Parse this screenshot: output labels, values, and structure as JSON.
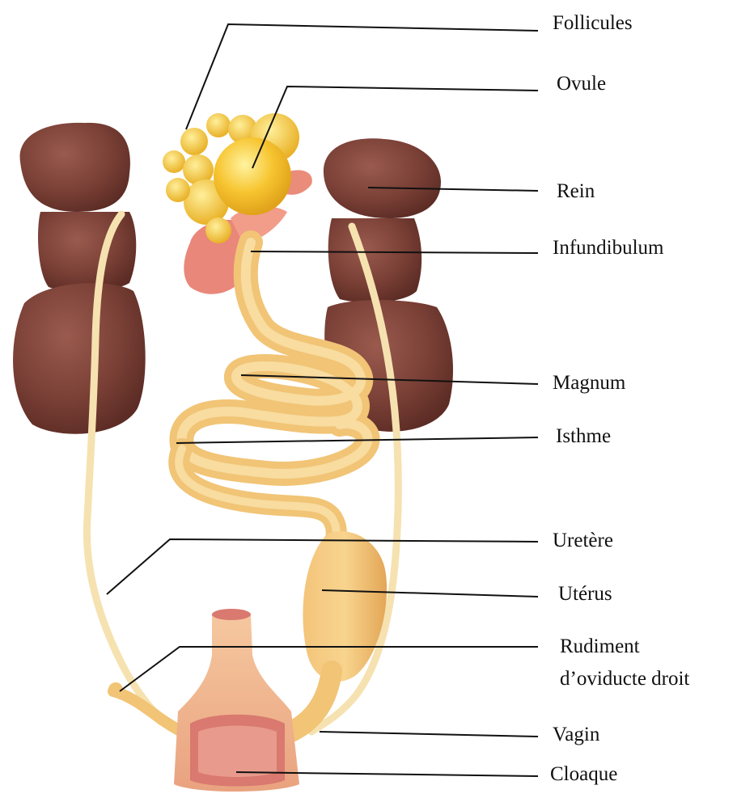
{
  "title": "",
  "labels": {
    "follicules": "Follicules",
    "ovule": "Ovule",
    "rein": "Rein",
    "infundibulum": "Infundibulum",
    "magnum": "Magnum",
    "isthme": "Isthme",
    "uretere": "Uretère",
    "uterus": "Utérus",
    "rudiment_line1": "Rudiment",
    "rudiment_line2": "d’oviducte droit",
    "vagin": "Vagin",
    "cloaque": "Cloaque"
  },
  "colors": {
    "kidney": "#7a4036",
    "kidney_shadow": "#5c2c25",
    "oviduct": "#f1c476",
    "oviduct_light": "#f8dca0",
    "follicle": "#f7c531",
    "ovum": "#f6c22a",
    "infundibulum_pink": "#e9877a",
    "cloaca": "#f0b58f",
    "cloaca_inner": "#d9796f",
    "ureter": "#f6e2b0",
    "leader_line": "#111111"
  }
}
